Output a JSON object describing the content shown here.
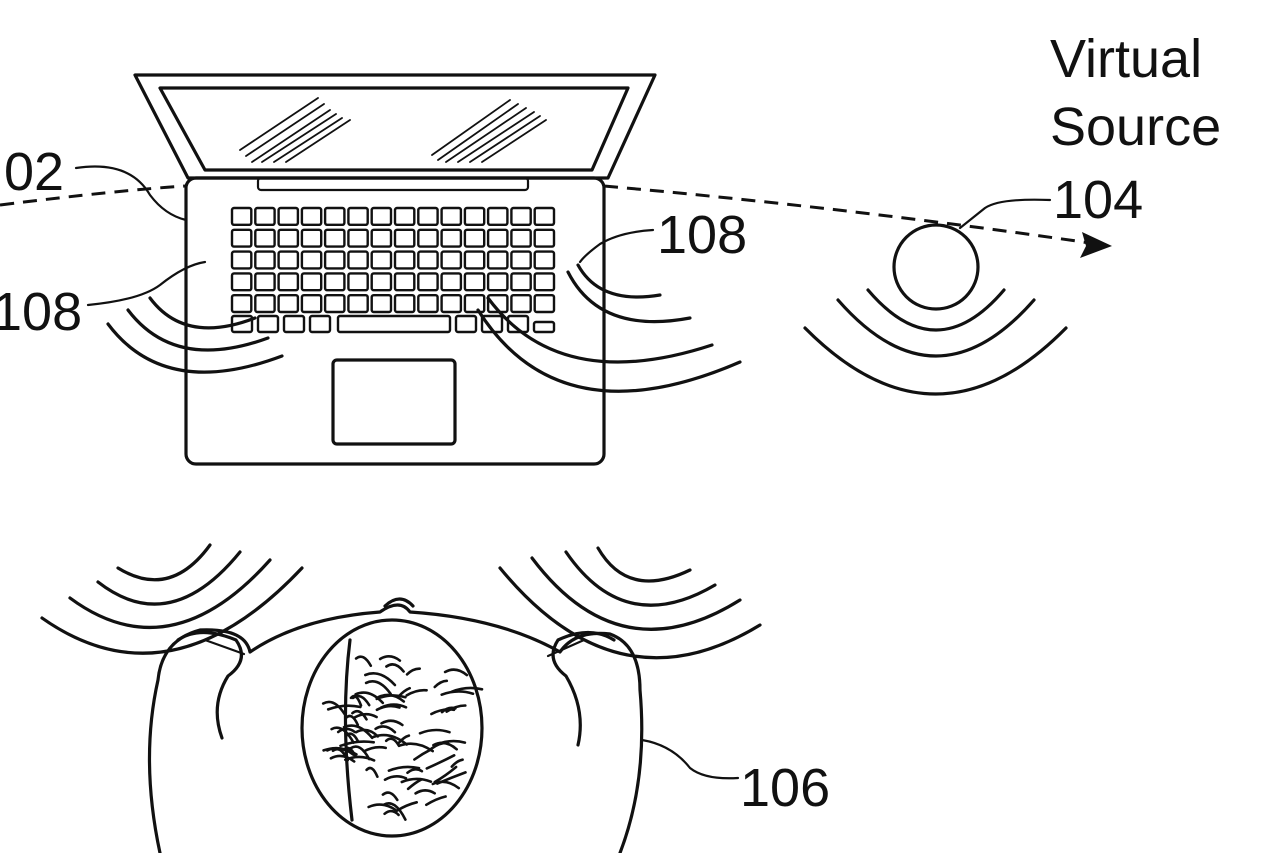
{
  "labels": {
    "virtual_source_line1": "Virtual",
    "virtual_source_line2": "Source",
    "ref_102": "02",
    "ref_104": "104",
    "ref_106": "106",
    "ref_108_left": "108",
    "ref_108_right": "108"
  },
  "colors": {
    "ink": "#111111",
    "background": "#ffffff"
  },
  "keyboard": {
    "rows": 5,
    "keys_per_row": 14
  }
}
